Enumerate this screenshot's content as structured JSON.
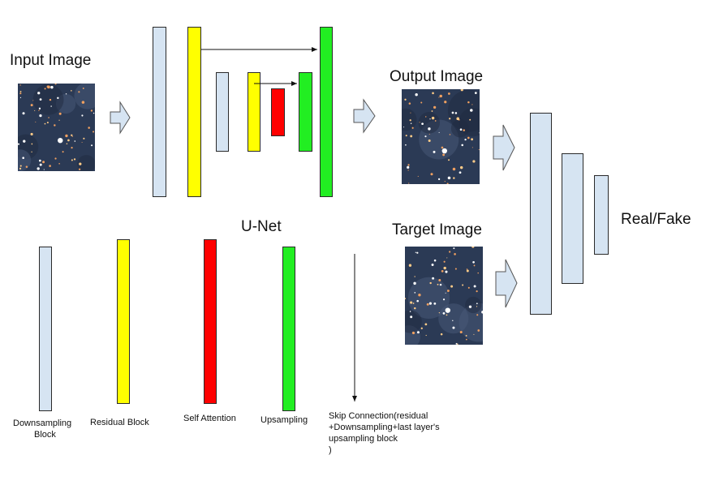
{
  "colors": {
    "downsampling": "#d6e4f2",
    "residual": "#ffff00",
    "attention": "#ff0000",
    "upsampling": "#22ee22",
    "discriminator": "#d6e4f2",
    "image_bg": "#2b3a55"
  },
  "labels": {
    "input_image": "Input Image",
    "output_image": "Output Image",
    "target_image": "Target Image",
    "unet": "U-Net",
    "real_fake": "Real/Fake"
  },
  "legend": {
    "downsampling": [
      "Downsampling",
      "Block"
    ],
    "residual": "Residual Block",
    "attention": "Self Attention",
    "upsampling": "Upsampling",
    "skip_connection": [
      "Skip Connection(residual",
      "+Downsampling+last layer's",
      "upsampling block",
      ")"
    ]
  },
  "icons": [
    "arrow-right-block-icon",
    "skip-arrow-icon"
  ]
}
